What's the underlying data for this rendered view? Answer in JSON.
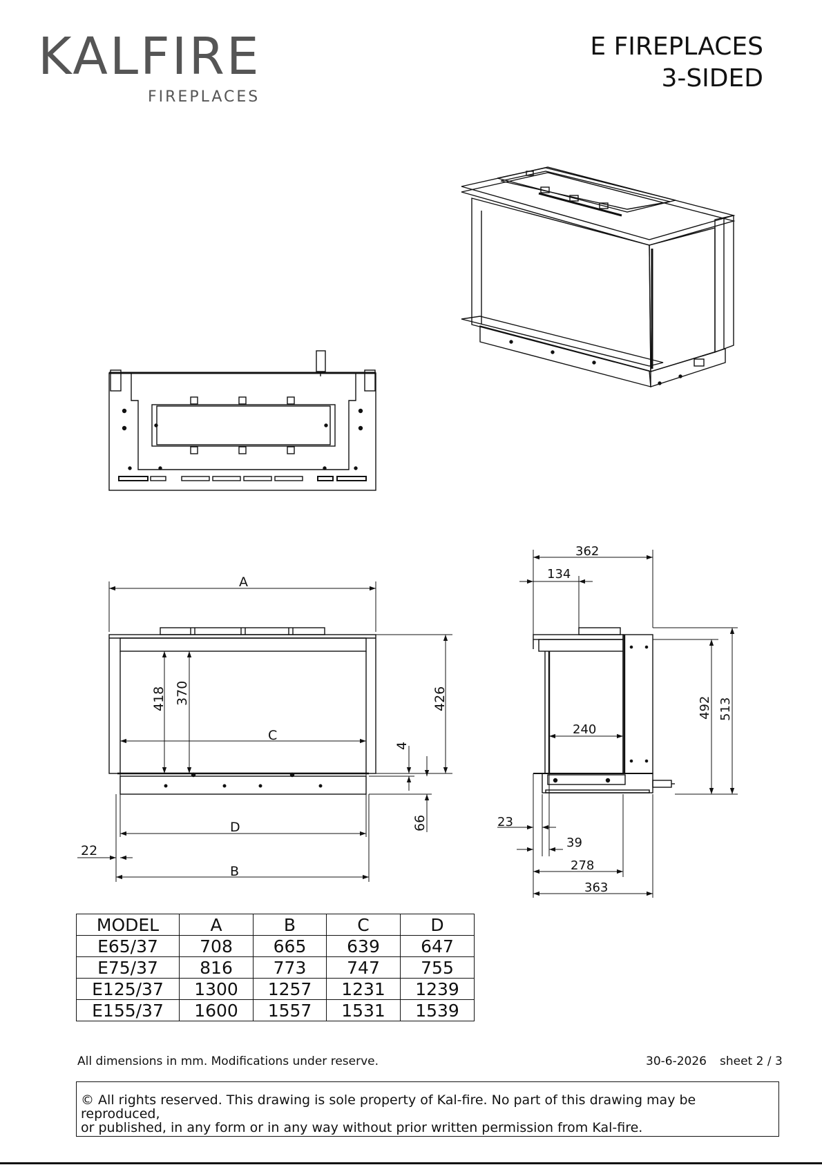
{
  "logo": {
    "main": "KALFIRE",
    "sub": "FIREPLACES"
  },
  "title": {
    "line1": "E FIREPLACES",
    "line2": "3-SIDED"
  },
  "front_view_dims": {
    "A": "A",
    "B": "B",
    "C": "C",
    "D": "D",
    "d22": "22",
    "d418": "418",
    "d370": "370",
    "d426": "426",
    "d4": "4",
    "d66": "66"
  },
  "side_view_dims": {
    "d362": "362",
    "d134": "134",
    "d240": "240",
    "d492": "492",
    "d513": "513",
    "d23": "23",
    "d39": "39",
    "d278": "278",
    "d363": "363"
  },
  "table": {
    "headers": [
      "MODEL",
      "A",
      "B",
      "C",
      "D"
    ],
    "rows": [
      [
        "E65/37",
        "708",
        "665",
        "639",
        "647"
      ],
      [
        "E75/37",
        "816",
        "773",
        "747",
        "755"
      ],
      [
        "E125/37",
        "1300",
        "1257",
        "1231",
        "1239"
      ],
      [
        "E155/37",
        "1600",
        "1557",
        "1531",
        "1539"
      ]
    ]
  },
  "footer": {
    "note": "All dimensions in mm. Modifications under reserve.",
    "date": "30-6-2026",
    "sheet": "sheet 2 / 3",
    "copyright_line1": "© All rights reserved. This drawing is sole property of Kal-fire. No part of this drawing may be reproduced,",
    "copyright_line2": "or published, in any form or in any way without prior written permission from Kal-fire."
  }
}
